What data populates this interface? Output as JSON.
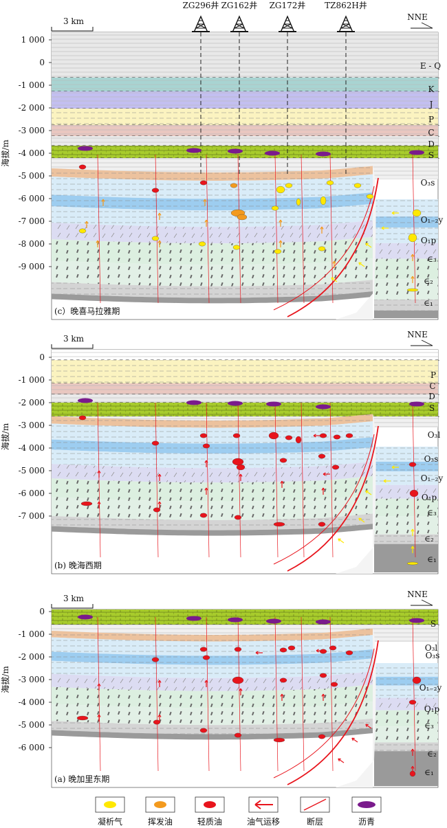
{
  "wells": [
    "ZG296井",
    "ZG162井",
    "ZG172井",
    "TZ862H井"
  ],
  "scale_label": "3 km",
  "direction": "NNE",
  "y_axis_label": "海拔/m",
  "panels": [
    {
      "id": "c",
      "caption": "(c）晚喜马拉雅期",
      "depth_ticks": [
        "1 000",
        "0",
        "-1 000",
        "-2 000",
        "-3 000",
        "-4 000",
        "-5 000",
        "-6 000",
        "-7 000",
        "-8 000",
        "-9 000"
      ],
      "strata": [
        "E - Q",
        "K",
        "J",
        "P",
        "C",
        "D",
        "S",
        "O₃s",
        "O₁₋₂y",
        "O₁p",
        "∈₃",
        "∈₂",
        "∈₁"
      ]
    },
    {
      "id": "b",
      "caption": "(b) 晚海西期",
      "depth_ticks": [
        "0",
        "-1 000",
        "-2 000",
        "-3 000",
        "-4 000",
        "-5 000",
        "-6 000",
        "-7 000"
      ],
      "strata": [
        "P",
        "C",
        "D",
        "S",
        "O₃l",
        "O₃s",
        "O₁₋₂y",
        "O₁p",
        "∈₃",
        "∈₂",
        "∈₁"
      ]
    },
    {
      "id": "a",
      "caption": "(a) 晚加里东期",
      "depth_ticks": [
        "0",
        "-1 000",
        "-2 000",
        "-3 000",
        "-4 000",
        "-5 000",
        "-6 000"
      ],
      "strata": [
        "S",
        "O₃l",
        "O₃s",
        "O₁₋₂y",
        "O₁p",
        "∈₃",
        "∈₂",
        "∈₁"
      ]
    }
  ],
  "legend": [
    {
      "label": "凝析气",
      "color": "#ffe800"
    },
    {
      "label": "挥发油",
      "color": "#f39a1e"
    },
    {
      "label": "轻质油",
      "color": "#e8141c"
    },
    {
      "label": "油气运移",
      "color": "#e8141c"
    },
    {
      "label": "断层",
      "color": "#e8141c"
    },
    {
      "label": "沥青",
      "color": "#7a1a8c"
    }
  ],
  "colors": {
    "gray": "#e6e6e6",
    "teal": "#a8d4d2",
    "lavender": "#c3bff0",
    "cream": "#fbf3c0",
    "rose": "#e9c7c0",
    "green": "#a8cc2c",
    "tan": "#ecc29e",
    "lightblue": "#d9ecf8",
    "blue": "#9dcdf0",
    "purple": "#dcdcf2",
    "lightgreen": "#dcefe0",
    "basement": "#9a9a9a",
    "fault": "#e8141c",
    "bitumen": "#7a1a8c"
  }
}
